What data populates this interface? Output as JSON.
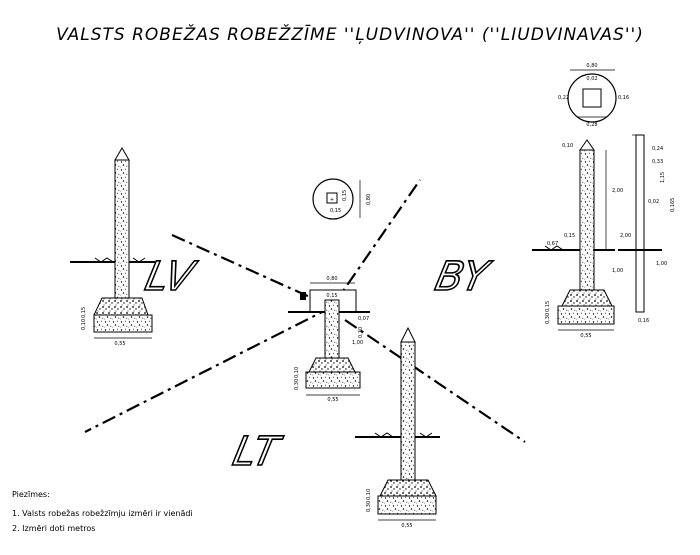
{
  "title": "VALSTS ROBEŽAS ROBEŽZĪME ''ĻUDVINOVA'' (''LIUDVINAVAS'')",
  "regions": {
    "lv": "LV",
    "by": "BY",
    "lt": "LT"
  },
  "notes": {
    "heading": "Piezīmes:",
    "items": [
      "1. Valsts  robežas robežzīmju izmēri ir vienādi",
      "2. Izmēri doti metros"
    ]
  },
  "dimensions": {
    "center_top": "0,80",
    "center_inner": "0,15",
    "center_right": "0,30",
    "center_right2": "1,00",
    "center_base": "0,55",
    "center_side": "0,10",
    "center_side2": "0,30",
    "left_side": "0,15",
    "left_side2": "0,10",
    "left_base": "0,55",
    "lt_side": "0,10",
    "lt_side2": "0,30",
    "lt_base": "0,55",
    "circle_diam": "0,80",
    "circle_plus": "0,15",
    "circle_small": "0,15",
    "top_circle_diam": "0,80",
    "top_circle_inner": "0,02",
    "top_circle_left": "0,22",
    "top_circle_right": "0,16",
    "top_circle_bottom": "0,28",
    "by_cap": "0,10",
    "by_height": "2,00",
    "by_under": "1,00",
    "by_small": "0,15",
    "by_ground": "0,67",
    "by_base": "0,55",
    "by_side": "0,30",
    "by_side2": "0,15",
    "prof_24": "0,24",
    "prof_33": "0,33",
    "prof_15": "1,15",
    "prof_02": "0,02",
    "prof_165": "0,165",
    "prof_200": "2,00",
    "prof_100": "1,00",
    "prof_016": "0,16",
    "center_gnd": "0,07"
  }
}
